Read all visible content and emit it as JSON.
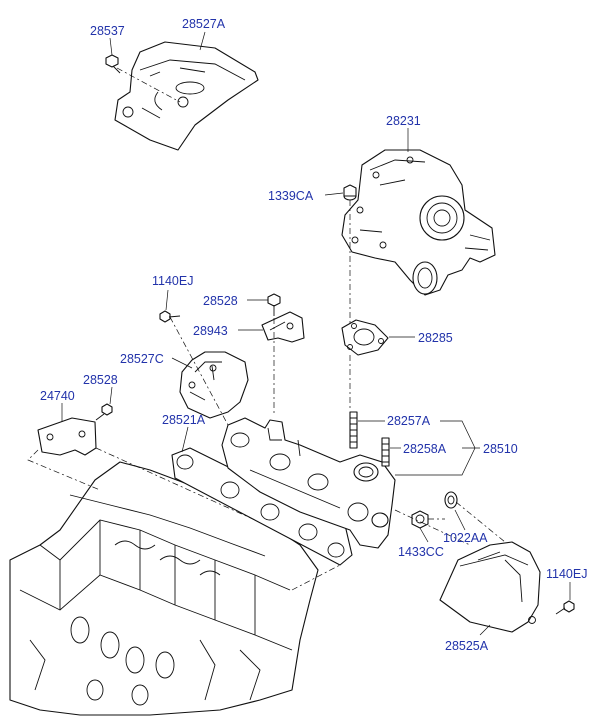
{
  "colors": {
    "label": "#2233aa",
    "line": "#111111",
    "background": "#ffffff"
  },
  "labels": {
    "p28537": "28537",
    "p28527A": "28527A",
    "p28231": "28231",
    "p1339CA": "1339CA",
    "p1140EJ_top": "1140EJ",
    "p28528_top": "28528",
    "p28943": "28943",
    "p28285": "28285",
    "p28527C": "28527C",
    "p28528_left": "28528",
    "p24740": "24740",
    "p28521A": "28521A",
    "p28257A": "28257A",
    "p28258A": "28258A",
    "p28510": "28510",
    "p1022AA": "1022AA",
    "p1433CC": "1433CC",
    "p1140EJ_right": "1140EJ",
    "p28525A": "28525A"
  }
}
